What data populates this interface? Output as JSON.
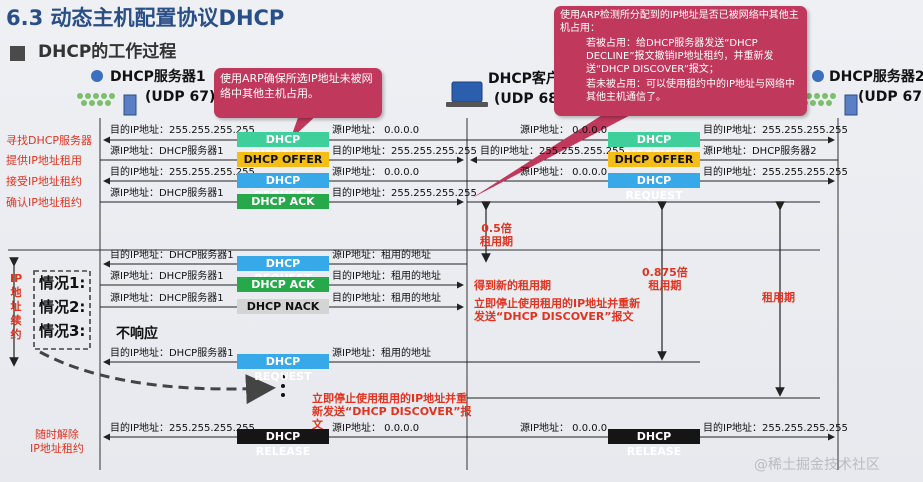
{
  "title": "6.3 动态主机配置协议DHCP",
  "subtitle": "DHCP的工作过程",
  "hosts": {
    "server1_name": "DHCP服务器1",
    "server1_port": "(UDP 67)",
    "client_name": "DHCP客户",
    "client_port": "(UDP 68)",
    "server2_name": "DHCP服务器2",
    "server2_port": "(UDP 67)"
  },
  "actions": {
    "find": "寻找DHCP服务器",
    "offer": "提供IP地址租用",
    "accept": "接受IP地址租约",
    "confirm": "确认IP地址租约",
    "release": "随时解除\nIP地址租约"
  },
  "renew_label": "IP地址续约",
  "messages": {
    "discover": "DHCP DISCOVER",
    "offer": "DHCP OFFER",
    "request": "DHCP REQUEST",
    "ack": "DHCP ACK",
    "nack": "DHCP NACK",
    "release": "DHCP RELEASE"
  },
  "addr": {
    "dst_bcast": "目的IP地址：255.255.255.255",
    "src_zero": "源IP地址：    0.0.0.0",
    "src_server1": "源IP地址：DHCP服务器1",
    "dst_bcast_r": "目的IP地址：255.255.255.255",
    "dst_server1": "目的IP地址：DHCP服务器1",
    "src_leased": "源IP地址：租用的地址",
    "dst_leased": "目的IP地址：租用的地址",
    "src_server2": "源IP地址：DHCP服务器2",
    "src_zero2": "源IP地址：    0.0.0.0",
    "dst_bcast_2": "目的IP地址：255.255.255.255"
  },
  "callouts": {
    "arp_ensure": "使用ARP确保所选IP地址未被网络中其他主机占用。",
    "arp_check_title": "使用ARP检测所分配到的IP地址是否已被网络中其他主机占用：",
    "arp_check_used": "若被占用：给DHCP服务器发送“DHCP DECLINE”报文撤销IP地址租约，并重新发送“DHCP DISCOVER”报文；",
    "arp_check_free": "若未被占用：可以使用租约中的IP地址与网络中其他主机通信了。"
  },
  "cases": {
    "case1": "情况1:",
    "case2": "情况2:",
    "case3": "情况3:",
    "no_response": "不响应"
  },
  "notes": {
    "new_lease": "得到新的租用期",
    "stop_resend": "立即停止使用租用的IP地址并重新发送“DHCP DISCOVER”报文",
    "stop_resend2": "立即停止使用租用的IP地址并重新发送“DHCP DISCOVER”报文"
  },
  "timers": {
    "half": "0.5倍\n租用期",
    "seven_eighths": "0.875倍\n租用期",
    "full": "租用期"
  },
  "watermark": "@稀土掘金技术社区",
  "colors": {
    "title": "#2a4e86",
    "action_red": "#e0341f",
    "callout": "#c0385b",
    "discover": "#3fcf9b",
    "offer": "#f5bd17",
    "request": "#37a8e8",
    "ack": "#27a84b",
    "nack": "#d4d4d4",
    "release": "#151515"
  }
}
